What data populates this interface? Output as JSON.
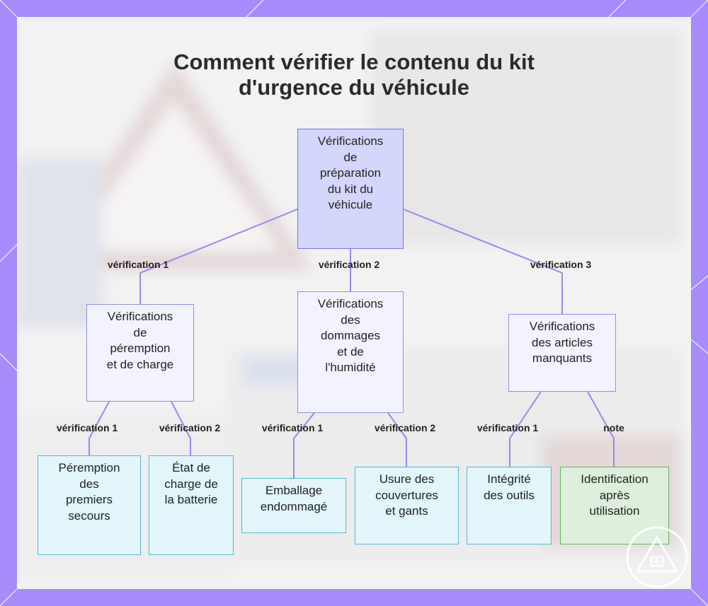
{
  "diagram": {
    "title_line1": "Comment vérifier le contenu du kit",
    "title_line2": "d'urgence du véhicule",
    "root": {
      "lines": [
        "Vérifications",
        "de",
        "préparation",
        "du kit du",
        "véhicule"
      ]
    },
    "branches": [
      {
        "edge_label": "vérification 1",
        "lines": [
          "Vérifications",
          "de",
          "péremption",
          "et de charge"
        ],
        "children": [
          {
            "edge_label": "vérification 1",
            "lines": [
              "Péremption",
              "des",
              "premiers",
              "secours"
            ]
          },
          {
            "edge_label": "vérification 2",
            "lines": [
              "État de",
              "charge de",
              "la batterie"
            ]
          }
        ]
      },
      {
        "edge_label": "vérification 2",
        "lines": [
          "Vérifications",
          "des",
          "dommages",
          "et de",
          "l'humidité"
        ],
        "children": [
          {
            "edge_label": "vérification 1",
            "lines": [
              "Emballage",
              "endommagé"
            ]
          },
          {
            "edge_label": "vérification 2",
            "lines": [
              "Usure des",
              "couvertures",
              "et gants"
            ]
          }
        ]
      },
      {
        "edge_label": "vérification 3",
        "lines": [
          "Vérifications",
          "des articles",
          "manquants"
        ],
        "children": [
          {
            "edge_label": "vérification 1",
            "lines": [
              "Intégrité",
              "des outils"
            ]
          },
          {
            "edge_label": "note",
            "lines": [
              "Identification",
              "après",
              "utilisation"
            ]
          }
        ]
      }
    ]
  },
  "colors": {
    "frame": "#a78bfa",
    "connector": "#9d87e6",
    "root_fill": "#d4d6fb",
    "mid_fill": "#f2f3fe",
    "leaf_fill": "#e1f5fb",
    "note_fill": "#def0dc"
  },
  "icons": {
    "watermark": "warning-triangle-icon"
  }
}
